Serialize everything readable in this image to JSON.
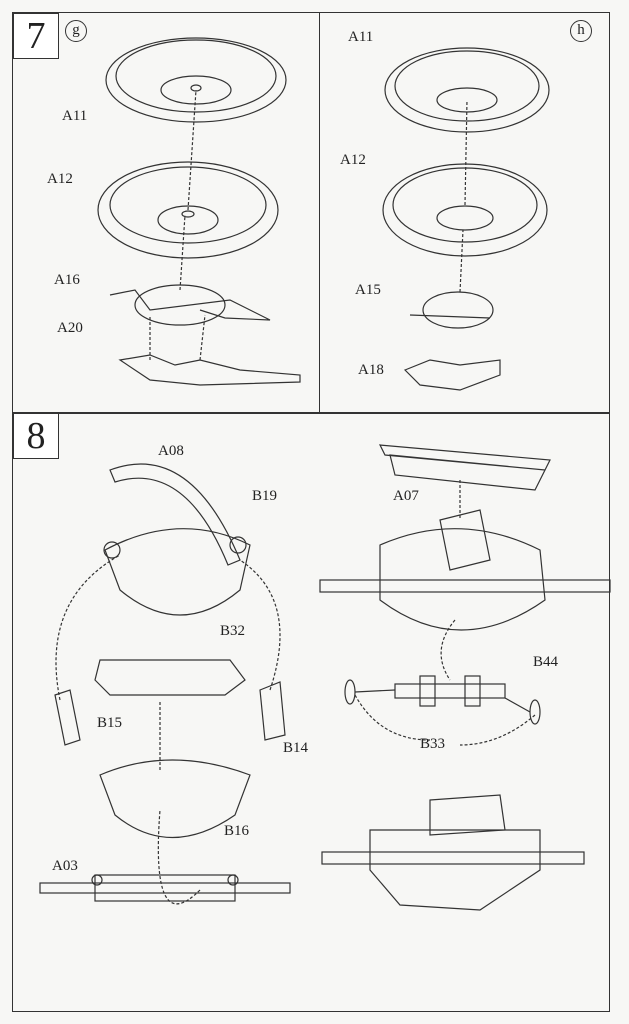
{
  "step7": {
    "number": "7",
    "g": {
      "tag": "g",
      "labels": [
        "A11",
        "A12",
        "A16",
        "A20"
      ]
    },
    "h": {
      "tag": "h",
      "labels": [
        "A11",
        "A12",
        "A15",
        "A18"
      ]
    }
  },
  "step8": {
    "number": "8",
    "left": {
      "labels": [
        "A08",
        "B19",
        "B32",
        "B15",
        "B14",
        "B16",
        "A03"
      ]
    },
    "right": {
      "labels": [
        "A07",
        "B44",
        "B33"
      ]
    }
  }
}
